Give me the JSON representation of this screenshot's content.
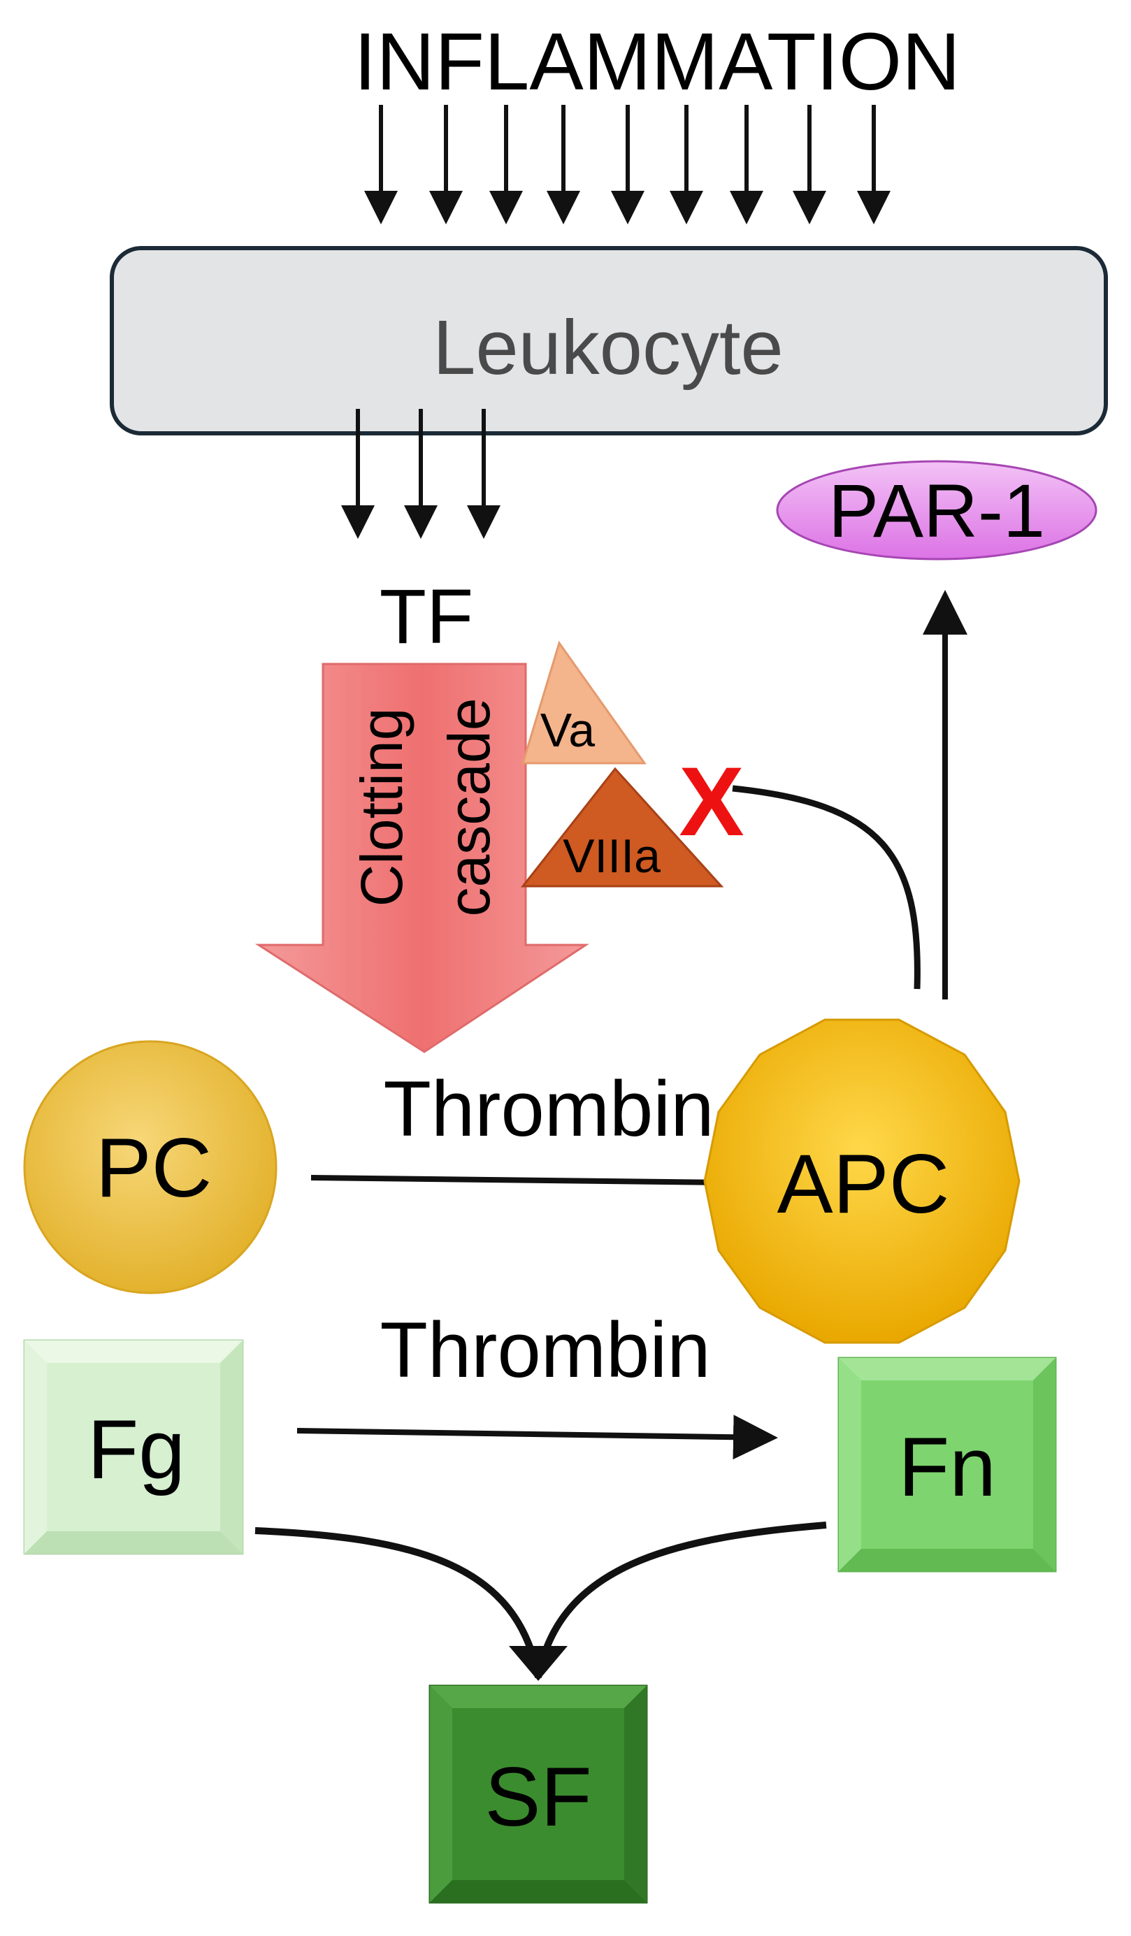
{
  "labels": {
    "inflammation": "INFLAMMATION",
    "leukocyte": "Leukocyte",
    "par1": "PAR-1",
    "tf": "TF",
    "clotting_line1": "Clotting",
    "clotting_line2": "cascade",
    "va": "Va",
    "viiia": "VIIIa",
    "inhibit_mark": "X",
    "thrombin_top": "Thrombin",
    "thrombin_bottom": "Thrombin",
    "pc": "PC",
    "apc": "APC",
    "fg": "Fg",
    "fn": "Fn",
    "sf": "SF"
  },
  "colors": {
    "leukocyte_fill": "#e3e4e6",
    "leukocyte_text": "#4a4a4a",
    "par1_fill": "#e591ec",
    "cascade_arrow": "#f07c7c",
    "va_fill": "#f4b48c",
    "viiia_fill": "#cf5a22",
    "inhibit_mark": "#ee1111",
    "pc_fill": "#f1c542",
    "apc_fill": "#f5c010",
    "fg_fill": "#d6f0d0",
    "fn_fill": "#7ed56f",
    "sf_fill": "#3b8c2e"
  }
}
